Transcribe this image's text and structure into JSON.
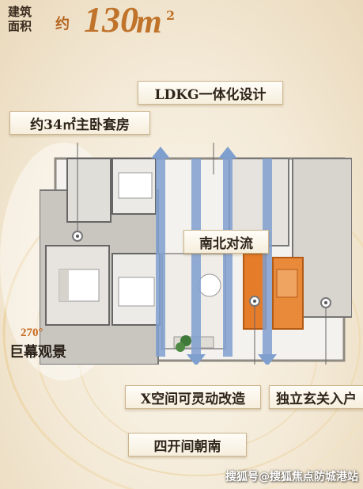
{
  "header": {
    "label_line1": "建筑",
    "label_line2": "面积",
    "approx": "约",
    "area_number": "130",
    "area_unit": "m",
    "area_sup": "2"
  },
  "tags": {
    "ldkg": "LDKG一体化设计",
    "master_suite": "约34㎡主卧套房",
    "ventilation": "南北对流",
    "x_space": "X空间可灵动改造",
    "entrance": "独立玄关入户",
    "south_rooms": "四开间朝南"
  },
  "captions": {
    "angle": "270°",
    "view": "巨幕观景"
  },
  "watermark": "搜狐号@搜狐焦点防城港站",
  "colors": {
    "accent_orange": "#e57c2a",
    "arrow_blue": "#7f9fcf",
    "tag_border": "#cdb58d"
  },
  "icons": [
    "dot-marker-icon",
    "arrow-up-icon",
    "arrow-down-icon",
    "plant-icon",
    "bed-icon",
    "sofa-icon"
  ]
}
